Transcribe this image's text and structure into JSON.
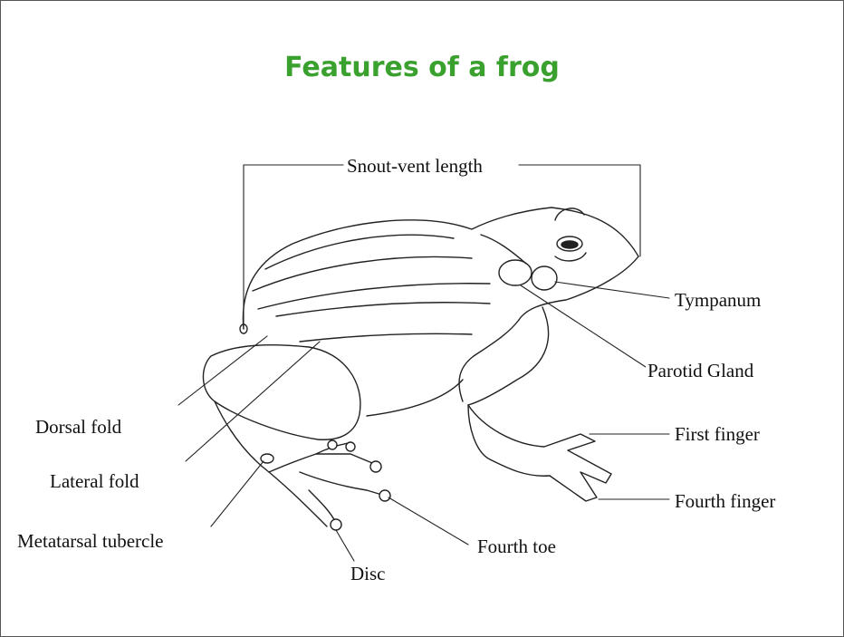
{
  "title": "Features of a frog",
  "colors": {
    "title": "#3aa12f",
    "lines": "#222222"
  },
  "labels": {
    "snout_vent_length": "Snout-vent length",
    "tympanum": "Tympanum",
    "parotid_gland": "Parotid Gland",
    "first_finger": "First finger",
    "fourth_finger": "Fourth finger",
    "dorsal_fold": "Dorsal fold",
    "lateral_fold": "Lateral fold",
    "metatarsal_tubercle": "Metatarsal tubercle",
    "fourth_toe": "Fourth toe",
    "disc": "Disc"
  }
}
